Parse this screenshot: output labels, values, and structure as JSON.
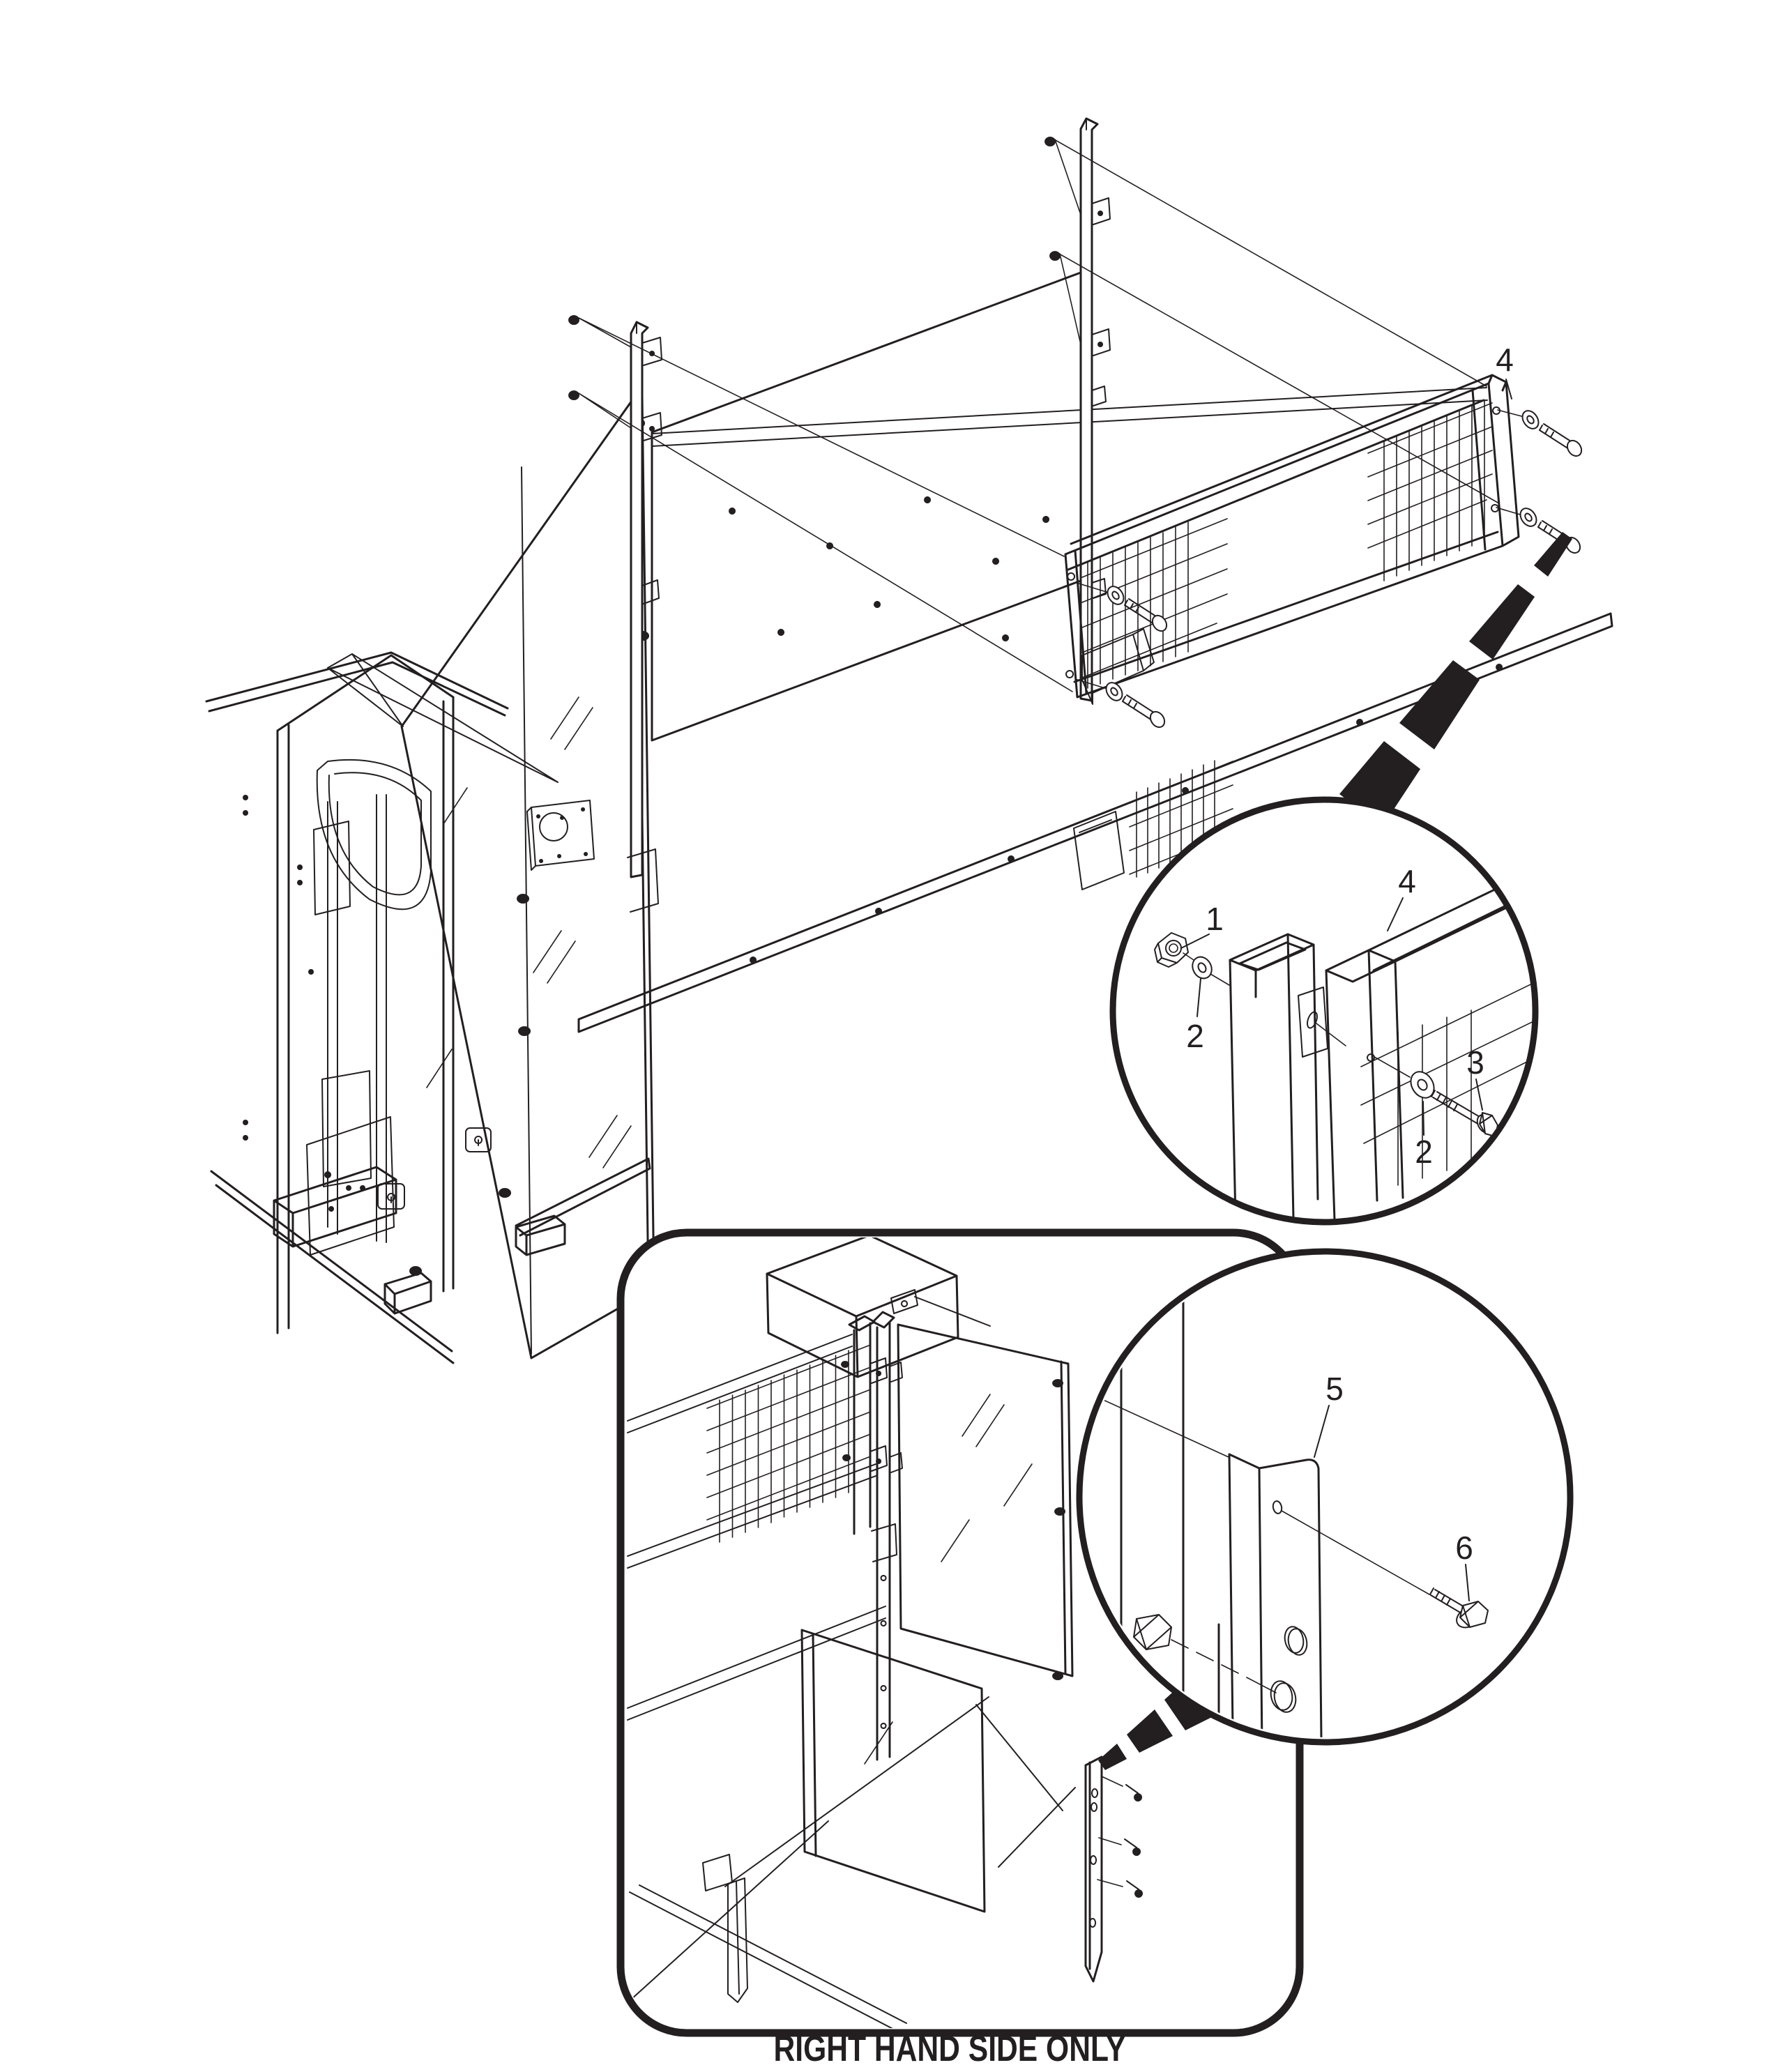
{
  "page": {
    "background": "#ffffff",
    "ink": "#231f20"
  },
  "caption": "RIGHT HAND SIDE ONLY",
  "labels": {
    "main_panel": "4",
    "d1_nut": "1",
    "d1_washer_a": "2",
    "d1_panel": "4",
    "d1_washer_b": "2",
    "d1_bolt": "3",
    "d2_bracket": "5",
    "d2_screw": "6"
  }
}
